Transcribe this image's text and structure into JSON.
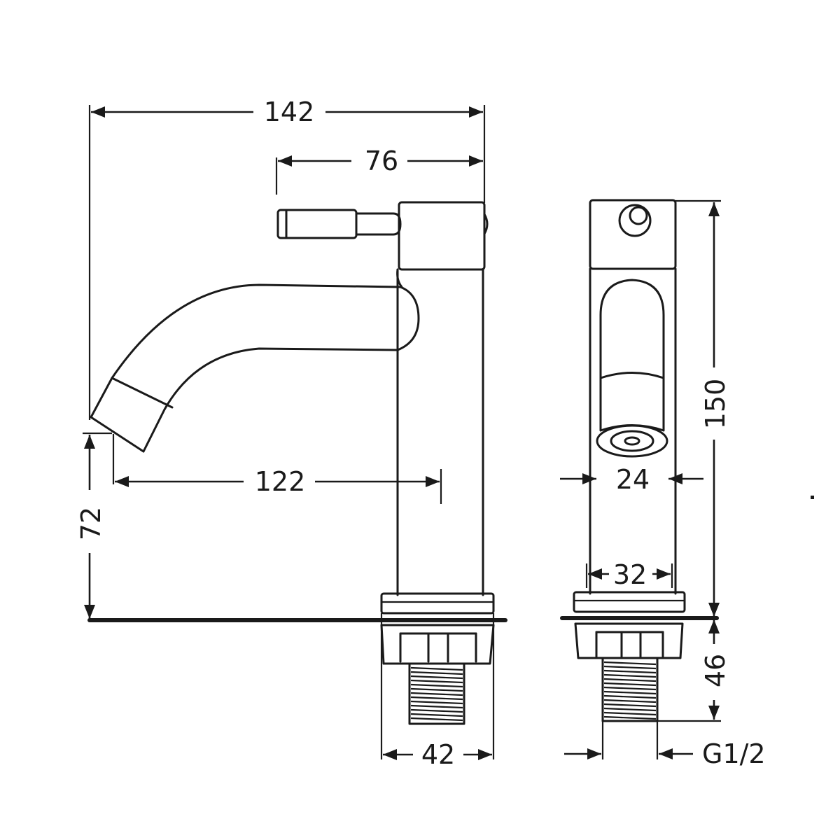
{
  "dimensions": {
    "overall_width": "142",
    "handle_to_body": "76",
    "spout_reach": "122",
    "spout_height": "72",
    "total_height": "150",
    "outlet_diameter": "24",
    "body_diameter": "32",
    "base_diameter": "42",
    "shank_length": "46",
    "thread": "G1/2"
  }
}
